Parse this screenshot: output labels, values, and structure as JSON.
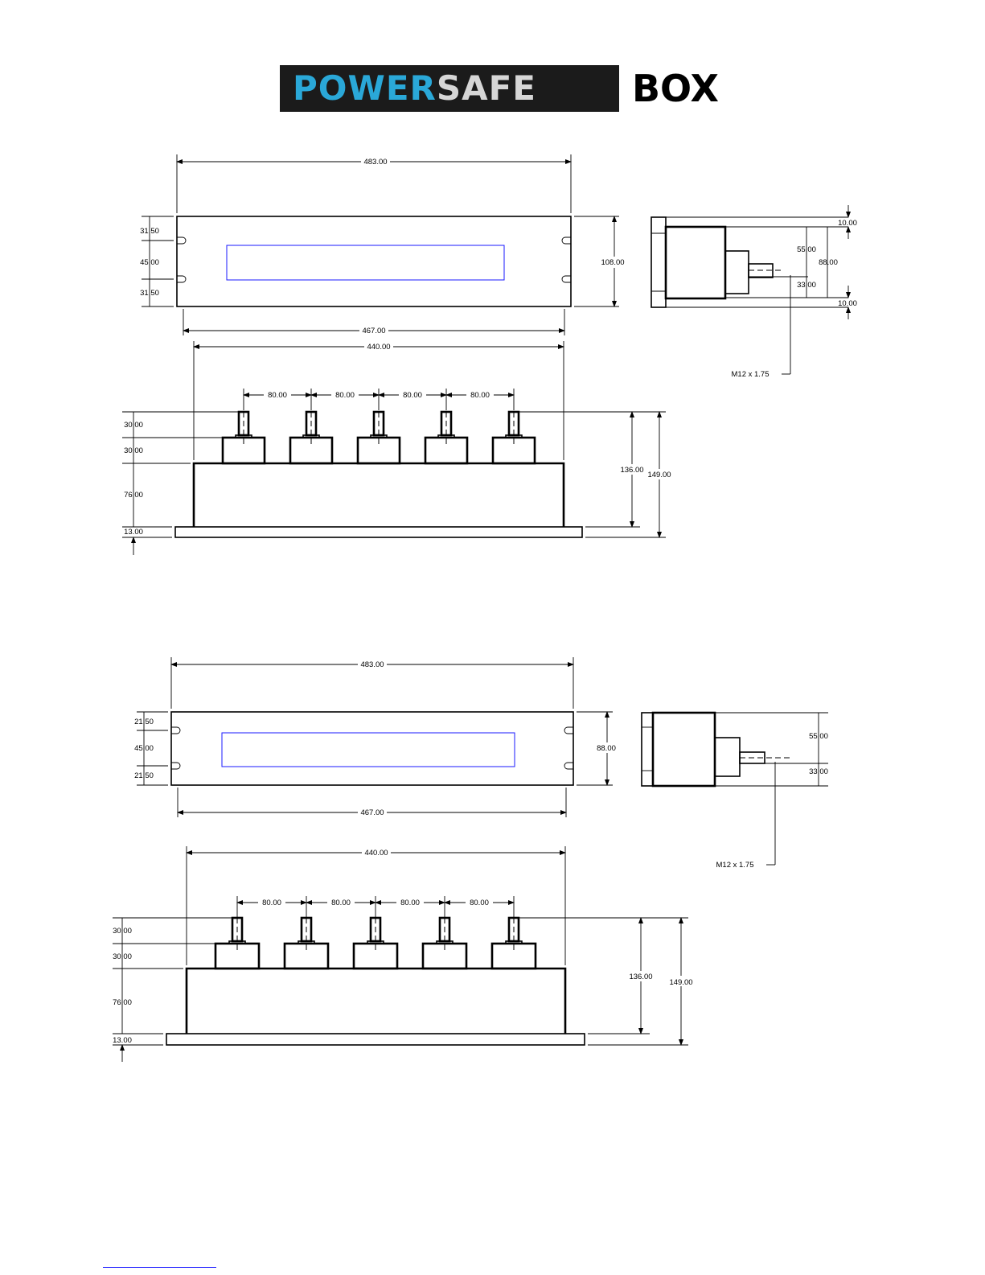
{
  "logo": {
    "word_a": "POWER",
    "word_b": "SAFE",
    "word_c": "BOX",
    "colors": {
      "background": "#1b1b1b",
      "power": "#2aa8d8",
      "safe": "#d6d6d6"
    }
  },
  "drawing1": {
    "front": {
      "overall_width": "483.00",
      "mount_width": "467.00",
      "height": "108.00",
      "holes": [
        "31.50",
        "45.00",
        "31.50"
      ]
    },
    "side": {
      "flange_top": "10.00",
      "flange_bottom": "10.00",
      "upper": "55.00",
      "lower": "33.00",
      "height": "88.00",
      "thread": "M12 x 1.75"
    },
    "plan": {
      "width": "440.00",
      "pitch": [
        "80.00",
        "80.00",
        "80.00",
        "80.00"
      ],
      "stack": [
        "30.00",
        "30.00",
        "76.00",
        "13.00"
      ],
      "h1": "136.00",
      "h2": "149.00"
    }
  },
  "drawing2": {
    "front": {
      "overall_width": "483.00",
      "mount_width": "467.00",
      "height": "88.00",
      "holes": [
        "21.50",
        "45.00",
        "21.50"
      ]
    },
    "side": {
      "upper": "55.00",
      "lower": "33.00",
      "thread": "M12 x 1.75"
    },
    "plan": {
      "width": "440.00",
      "pitch": [
        "80.00",
        "80.00",
        "80.00",
        "80.00"
      ],
      "stack": [
        "30.00",
        "30.00",
        "76.00",
        "13.00"
      ],
      "h1": "136.00",
      "h2": "149.00"
    }
  }
}
